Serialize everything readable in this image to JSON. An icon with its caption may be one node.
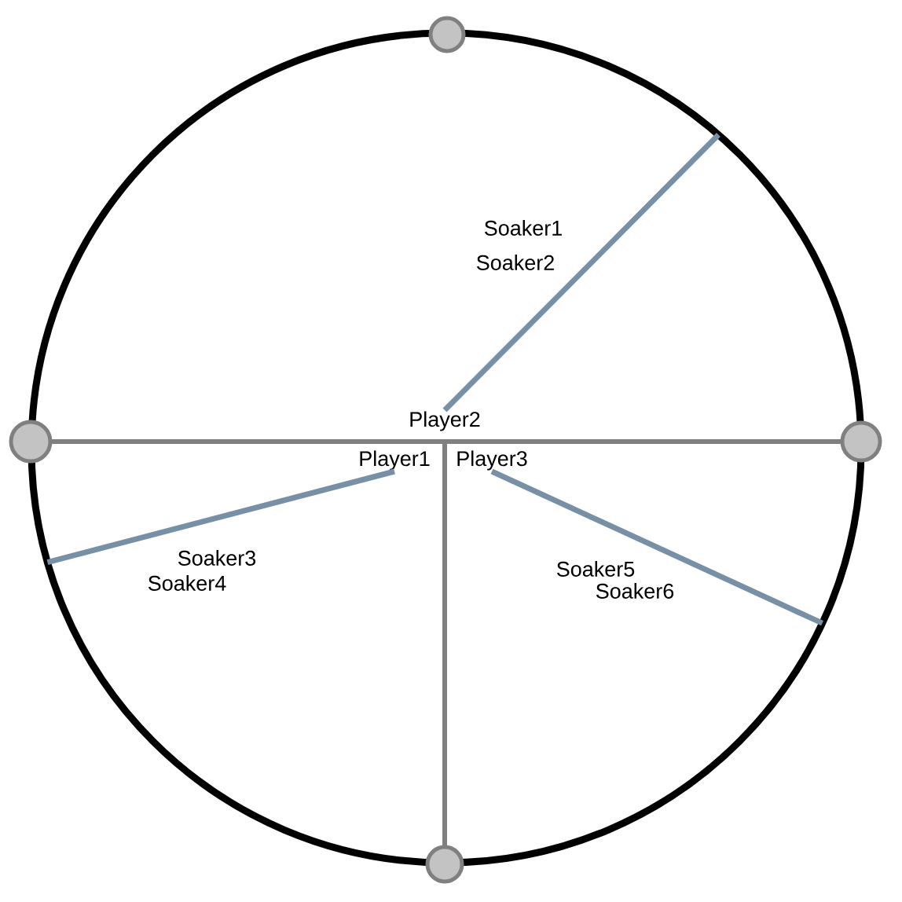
{
  "diagram": {
    "nodes": [
      {
        "text": [],
        "shape": "circle"
      },
      {
        "text": [],
        "shape": "circle"
      },
      {
        "text": [
          "Player2"
        ],
        "in": 0
      },
      {
        "text": [],
        "shape": "circle"
      },
      {
        "text": [],
        "shape": "circle"
      },
      {
        "text": [
          "Player1"
        ],
        "in": 0
      },
      {
        "text": [
          "Player3"
        ],
        "in": 0
      },
      {
        "text": [],
        "shape": "circle"
      }
    ],
    "edges": [
      {
        "from": 3,
        "to": 4,
        "arrow": "none",
        "color": "#808080"
      },
      {
        "from": 3,
        "to": 7,
        "arrow": "none",
        "color": "#808080"
      },
      {
        "from": 4,
        "to": 7,
        "arrow": "none",
        "color": "#808080"
      },
      {
        "from": 2,
        "to": 0,
        "arrow": "none"
      },
      {
        "from": 5,
        "to": 0,
        "arrow": "none"
      },
      {
        "from": 6,
        "to": 0,
        "arrow": "none"
      }
    ],
    "labels": [
      "Soaker1",
      "Soaker2",
      "Soaker3",
      "Soaker4",
      "Soaker5",
      "Soaker6"
    ]
  }
}
